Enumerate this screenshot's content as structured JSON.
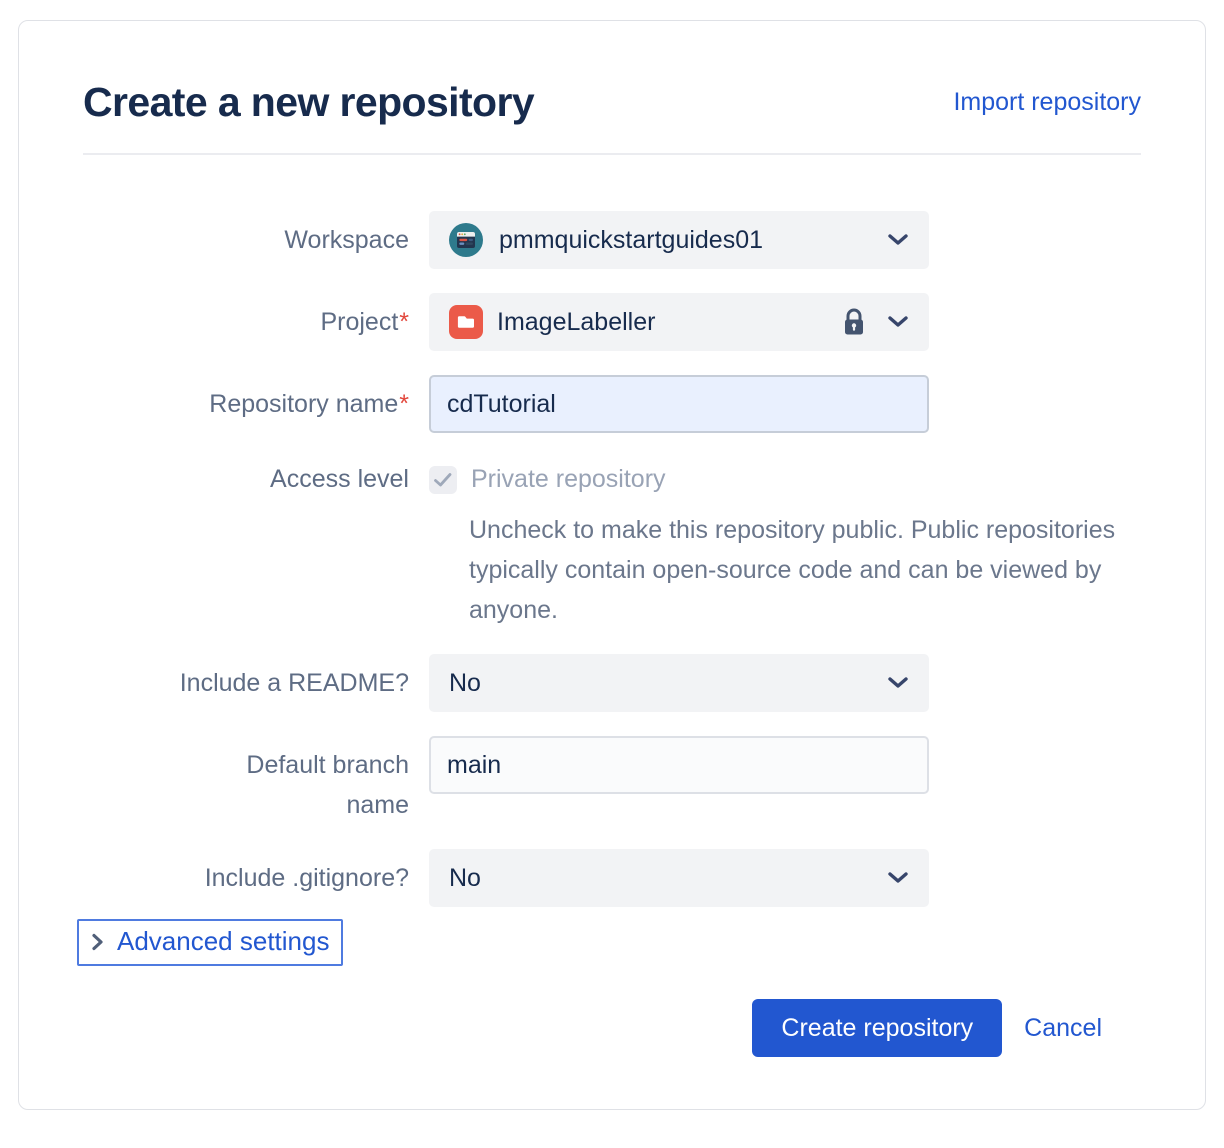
{
  "dialog": {
    "title": "Create a new repository",
    "import_link": "Import repository"
  },
  "form": {
    "workspace": {
      "label": "Workspace",
      "value": "pmmquickstartguides01",
      "icon": "workspace-avatar-browser-window"
    },
    "project": {
      "label": "Project",
      "required": "*",
      "value": "ImageLabeller",
      "icon": "folder-icon",
      "lock_icon": "lock-icon"
    },
    "repository_name": {
      "label": "Repository name",
      "required": "*",
      "value": "cdTutorial"
    },
    "access_level": {
      "label": "Access level",
      "checkbox_checked": true,
      "checkbox_disabled": true,
      "checkbox_label": "Private repository",
      "help_text": "Uncheck to make this repository public. Public repositories typically contain open-source code and can be viewed by anyone."
    },
    "include_readme": {
      "label": "Include a README?",
      "value": "No"
    },
    "default_branch": {
      "label_line1": "Default branch",
      "label_line2": "name",
      "value": "main"
    },
    "include_gitignore": {
      "label": "Include .gitignore?",
      "value": "No"
    },
    "advanced_settings": {
      "label": "Advanced settings",
      "focused": true
    }
  },
  "footer": {
    "create_button": "Create repository",
    "cancel_button": "Cancel"
  },
  "colors": {
    "title_text": "#172B4D",
    "label_text": "#5E6C84",
    "link_blue": "#2257D0",
    "primary_button_bg": "#2257D0",
    "required_asterisk": "#E2483D",
    "dropdown_bg": "#F2F3F5",
    "repo_input_bg": "#E9F0FE",
    "card_border": "#DFE1E6",
    "disabled_text": "#99A3B5",
    "help_text": "#6B778C",
    "project_icon_bg": "#EB5A49",
    "workspace_avatar_bg": "#2E7A8C",
    "focus_outline": "#4F7BE0"
  }
}
